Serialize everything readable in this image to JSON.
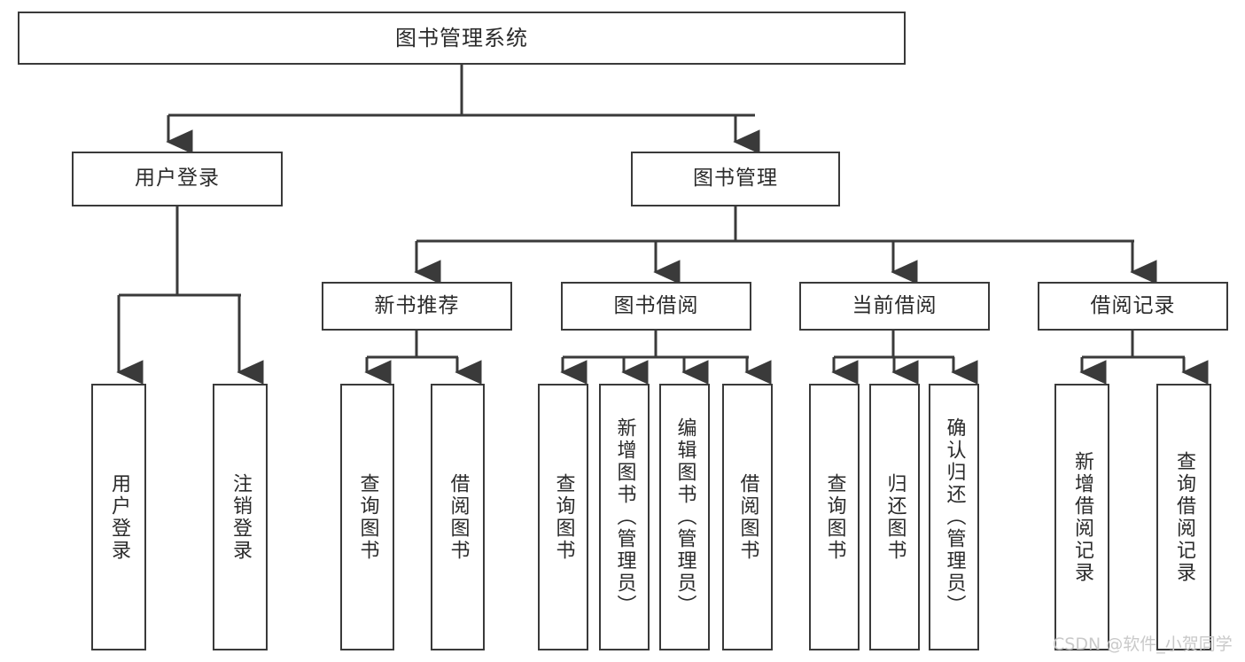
{
  "diagram": {
    "type": "tree-hierarchy-chart",
    "title": "图书管理系统",
    "line_color": "#3a3a3a",
    "box_fill": "#ffffff",
    "text_color": "#2b2b2b",
    "watermark": "CSDN @软件_小贺同学",
    "levels": [
      {
        "level": 1,
        "nodes": [
          {
            "id": "root",
            "label": "图书管理系统"
          }
        ]
      },
      {
        "level": 2,
        "nodes": [
          {
            "id": "login",
            "label": "用户登录",
            "parent": "root"
          },
          {
            "id": "bookmgmt",
            "label": "图书管理",
            "parent": "root"
          }
        ]
      },
      {
        "level": 3,
        "nodes": [
          {
            "id": "newbook",
            "label": "新书推荐",
            "parent": "bookmgmt"
          },
          {
            "id": "borrow",
            "label": "图书借阅",
            "parent": "bookmgmt"
          },
          {
            "id": "current",
            "label": "当前借阅",
            "parent": "bookmgmt"
          },
          {
            "id": "records",
            "label": "借阅记录",
            "parent": "bookmgmt"
          }
        ]
      },
      {
        "level": 4,
        "nodes": [
          {
            "id": "leaf1",
            "label": "用户登录",
            "parent": "login"
          },
          {
            "id": "leaf2",
            "label": "注销登录",
            "parent": "login"
          },
          {
            "id": "leaf3",
            "label": "查询图书",
            "parent": "newbook"
          },
          {
            "id": "leaf4",
            "label": "借阅图书",
            "parent": "newbook"
          },
          {
            "id": "leaf5",
            "label": "查询图书",
            "parent": "borrow"
          },
          {
            "id": "leaf6",
            "label": "新增图书（管理员）",
            "parent": "borrow"
          },
          {
            "id": "leaf7",
            "label": "编辑图书（管理员）",
            "parent": "borrow"
          },
          {
            "id": "leaf8",
            "label": "借阅图书",
            "parent": "borrow"
          },
          {
            "id": "leaf9",
            "label": "查询图书",
            "parent": "current"
          },
          {
            "id": "leaf10",
            "label": "归还图书",
            "parent": "current"
          },
          {
            "id": "leaf11",
            "label": "确认归还（管理员）",
            "parent": "current"
          },
          {
            "id": "leaf12",
            "label": "新增借阅记录",
            "parent": "records"
          },
          {
            "id": "leaf13",
            "label": "查询借阅记录",
            "parent": "records"
          }
        ]
      }
    ]
  }
}
